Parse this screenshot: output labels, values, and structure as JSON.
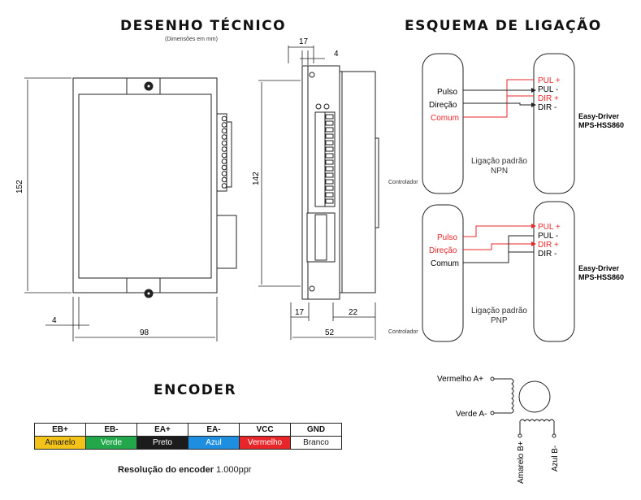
{
  "titles": {
    "tech": "DESENHO TÉCNICO",
    "tech_sub": "(Dimensões em mm)",
    "wiring": "ESQUEMA DE LIGAÇÃO",
    "encoder": "ENCODER"
  },
  "dimensions": {
    "front_height": "152",
    "front_width": "98",
    "front_offset": "4",
    "side_height": "142",
    "side_top": "17",
    "side_top_small": "4",
    "side_bottom_left": "17",
    "side_bottom_right": "22",
    "side_width": "52"
  },
  "wiring": {
    "controller_label": "Controlador",
    "driver_label_1": "Easy-Driver",
    "driver_label_2": "MPS-HSS860",
    "npn": {
      "left": [
        "Pulso",
        "Direção",
        "Comum"
      ],
      "right": [
        "PUL +",
        "PUL -",
        "DIR +",
        "DIR -"
      ],
      "caption_1": "Ligação padrão",
      "caption_2": "NPN"
    },
    "pnp": {
      "left": [
        "Pulso",
        "Direção",
        "Comum"
      ],
      "right": [
        "PUL +",
        "PUL -",
        "DIR +",
        "DIR -"
      ],
      "caption_1": "Ligação padrão",
      "caption_2": "PNP"
    },
    "colors": {
      "red": "#e8262a",
      "black": "#222222"
    }
  },
  "motor": {
    "a_plus": "Vermelho A+",
    "a_minus": "Verde A-",
    "b_plus": "Amarelo B+",
    "b_minus": "Azul B-"
  },
  "encoder": {
    "headers": [
      "EB+",
      "EB-",
      "EA+",
      "EA-",
      "VCC",
      "GND"
    ],
    "colors": [
      {
        "label": "Amarelo",
        "bg": "#f4c31a",
        "fg": "#1a1a1a"
      },
      {
        "label": "Verde",
        "bg": "#22a84a",
        "fg": "#ffffff"
      },
      {
        "label": "Preto",
        "bg": "#1c1c1c",
        "fg": "#ffffff"
      },
      {
        "label": "Azul",
        "bg": "#1e8fe0",
        "fg": "#ffffff"
      },
      {
        "label": "Vermelho",
        "bg": "#e8262a",
        "fg": "#ffffff"
      },
      {
        "label": "Branco",
        "bg": "#ffffff",
        "fg": "#1a1a1a"
      }
    ],
    "resolution_label": "Resolução do encoder",
    "resolution_value": "1.000ppr"
  }
}
